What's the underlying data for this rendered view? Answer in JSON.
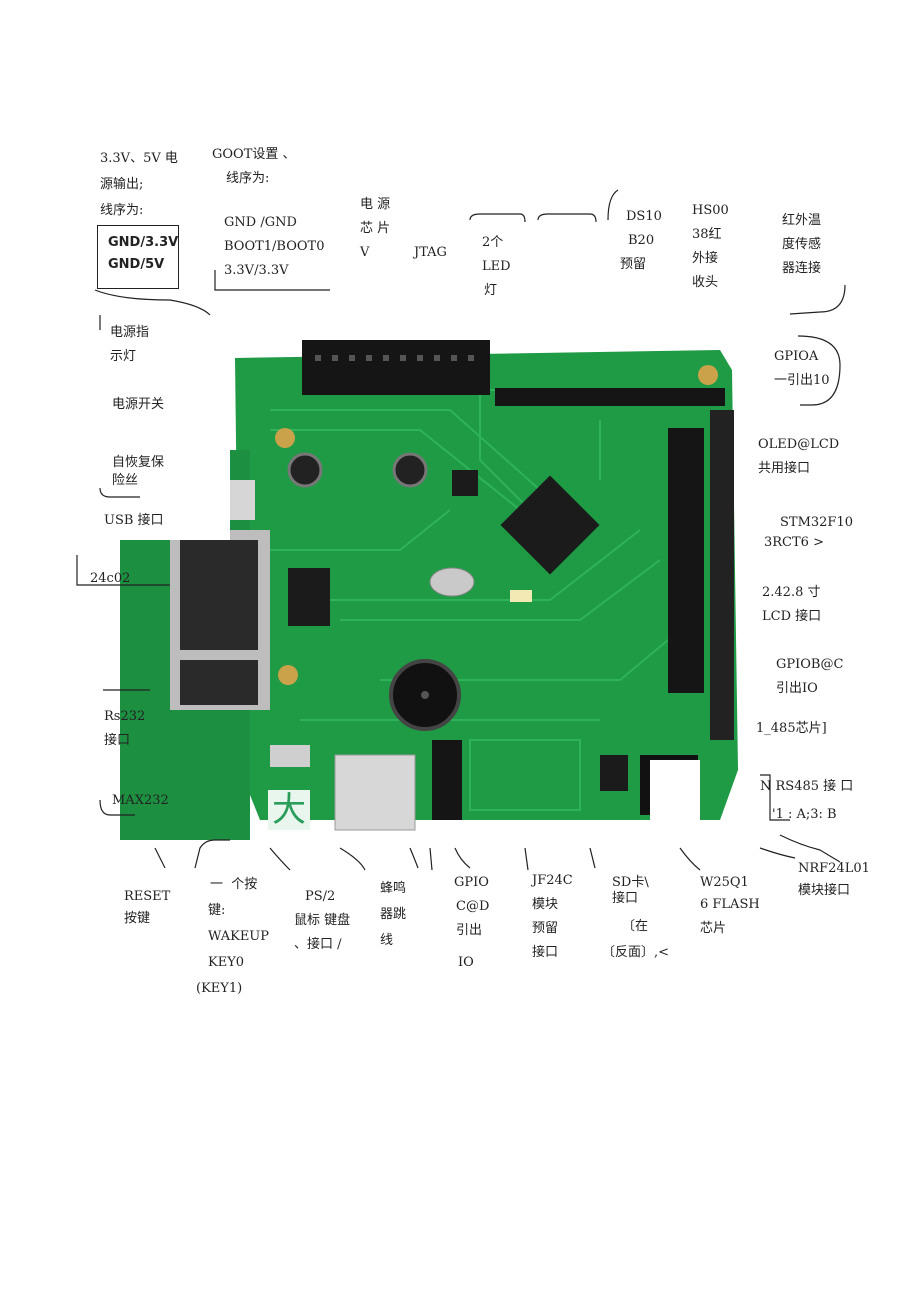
{
  "labels": {
    "power_out_1": "3.3V、5V 电",
    "power_out_2": "源输出;",
    "power_out_3": "线序为:",
    "gnd33": "GND/3.3V",
    "gnd5": "GND/5V",
    "boot_title_1": "GOOT设置 、",
    "boot_title_2": "线序为:",
    "boot_gnd": "GND /GND",
    "boot_pins": "BOOT1/BOOT0",
    "boot_v": "3.3V/3.3V",
    "power_chip_1": "电 源",
    "power_chip_2": "芯 片",
    "power_chip_3": "V",
    "jtag": "JTAG",
    "led_1": "2个",
    "led_2": "LED",
    "led_3": "灯",
    "ds_1": "DS10",
    "ds_2": "B20",
    "ds_3": "预留",
    "hs_1": "HS00",
    "hs_2": "38红",
    "hs_3": "外接",
    "hs_4": "收头",
    "ir_1": "红外温",
    "ir_2": "度传感",
    "ir_3": "器连接",
    "power_led_1": "电源指",
    "power_led_2": "示灯",
    "power_switch": "电源开关",
    "fuse_1": "自恢复保",
    "fuse_2": "险丝",
    "usb": "USB 接口",
    "eeprom": "24c02",
    "rs232_1": "Rs232",
    "rs232_2": "接口",
    "max232": "MAX232",
    "gpioa_1": "GPIOA",
    "gpioa_2": "一引出10",
    "oled_1": "OLED@LCD",
    "oled_2": "共用接口",
    "mcu_1": "STM32F10",
    "mcu_2": "3RCT6 >",
    "lcd_1": "2.42.8 寸",
    "lcd_2": "LCD 接口",
    "gpiob_1": "GPIOB@C",
    "gpiob_2": "引出IO",
    "rs485_chip": "1_485芯片]",
    "rs485_1": "N RS485 接 口",
    "rs485_2": "'1 : A;3: B",
    "nrf_1": "NRF24L01",
    "nrf_2": "模块接口",
    "reset_1": "RESET",
    "reset_2": "按键",
    "keys_1": "一  个按",
    "keys_2": "键:",
    "keys_3": "WAKEUP",
    "keys_4": "KEY0",
    "keys_5": "(KEY1)",
    "ps2_1": "PS/2",
    "ps2_2": "鼠标 键盘",
    "ps2_3": "、接口 /",
    "buzzer_1": "蜂鸣",
    "buzzer_2": "器跳",
    "buzzer_3": "线",
    "gpiocd_1": "GPIO",
    "gpiocd_2": "C@D",
    "gpiocd_3": "引出",
    "gpiocd_4": "IO",
    "jf_1": "JF24C",
    "jf_2": "模块",
    "jf_3": "预留",
    "jf_4": "接口",
    "sd_1": "SD卡\\",
    "sd_2": "接口",
    "sd_3": "〔在",
    "sd_4": "〔反面〕,<",
    "flash_1": "W25Q1",
    "flash_2": "6 FLASH",
    "flash_3": "芯片",
    "big_char": "大"
  },
  "colors": {
    "pcb": "#1f9a45",
    "pcb_dark": "#15733a",
    "trace": "#2fb35a",
    "header": "#151515",
    "silver": "#c9c9c9"
  }
}
